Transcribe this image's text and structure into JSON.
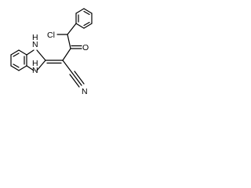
{
  "molecule": {
    "atoms": {
      "chlorine": "Cl",
      "carbonyl_oxygen": "O",
      "nitrile_nitrogen": "N",
      "imidazole_nh_top": "H\nN",
      "imidazole_nh_bottom": "H\nN"
    }
  }
}
